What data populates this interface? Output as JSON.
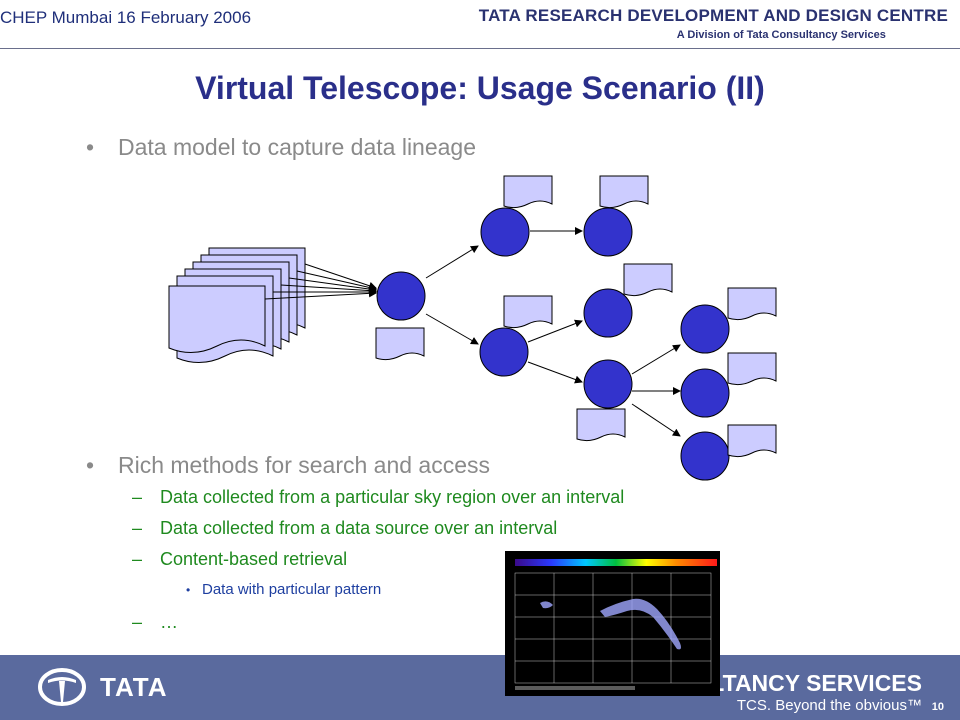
{
  "header": {
    "event": "CHEP Mumbai 16 February 2006",
    "brand_tata": "TATA",
    "brand_rest": "RESEARCH DEVELOPMENT AND DESIGN CENTRE",
    "brand_sub": "A Division of Tata Consultancy Services"
  },
  "title": "Virtual Telescope: Usage Scenario (II)",
  "bullets": [
    {
      "text": "Data model to capture data lineage"
    },
    {
      "text": "Rich methods for search and access"
    }
  ],
  "sub_items": [
    "Data collected from a particular sky region over an interval",
    "Data collected from a data source over an interval",
    "Content-based retrieval",
    "…"
  ],
  "sub_sub_items": [
    "Data with particular pattern"
  ],
  "markers": {
    "bullet": "•",
    "dash": "–"
  },
  "footer": {
    "logo_text": "TATA",
    "right_text": "SULTANCY SERVICES",
    "tagline": "TCS. Beyond the obvious™",
    "page_number": "10"
  },
  "colors": {
    "title": "#2a2f8a",
    "bullet_text": "#8a8a8a",
    "sub_text": "#1f8a1f",
    "subsub_text": "#1e3fa0",
    "node_fill": "#3333cc",
    "doc_fill": "#ccccff",
    "footer_bg": "#5a6a9e"
  }
}
